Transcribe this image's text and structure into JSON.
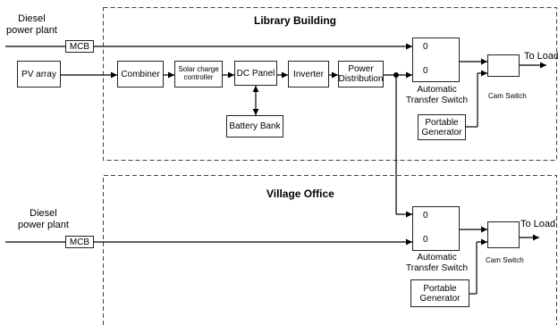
{
  "library": {
    "title": "Library Building",
    "diesel": "Diesel\npower plant",
    "mcb": "MCB",
    "pv": "PV array",
    "combiner": "Combiner",
    "solar_cc": "Solar charge\ncontroller",
    "dc_panel": "DC Panel",
    "inverter": "Inverter",
    "power_dist": "Power\nDistribution",
    "battery": "Battery Bank",
    "ats_label": "Automatic\nTransfer Switch",
    "ats_top": "0",
    "ats_bottom": "0",
    "cam_label": "Cam Switch",
    "portable": "Portable\nGenerator",
    "to_load": "To Load"
  },
  "village": {
    "title": "Village Office",
    "diesel": "Diesel\npower plant",
    "mcb": "MCB",
    "ats_label": "Automatic\nTransfer Switch",
    "ats_top": "0",
    "ats_bottom": "0",
    "cam_label": "Cam Switch",
    "portable": "Portable\nGenerator",
    "to_load": "To Load"
  }
}
